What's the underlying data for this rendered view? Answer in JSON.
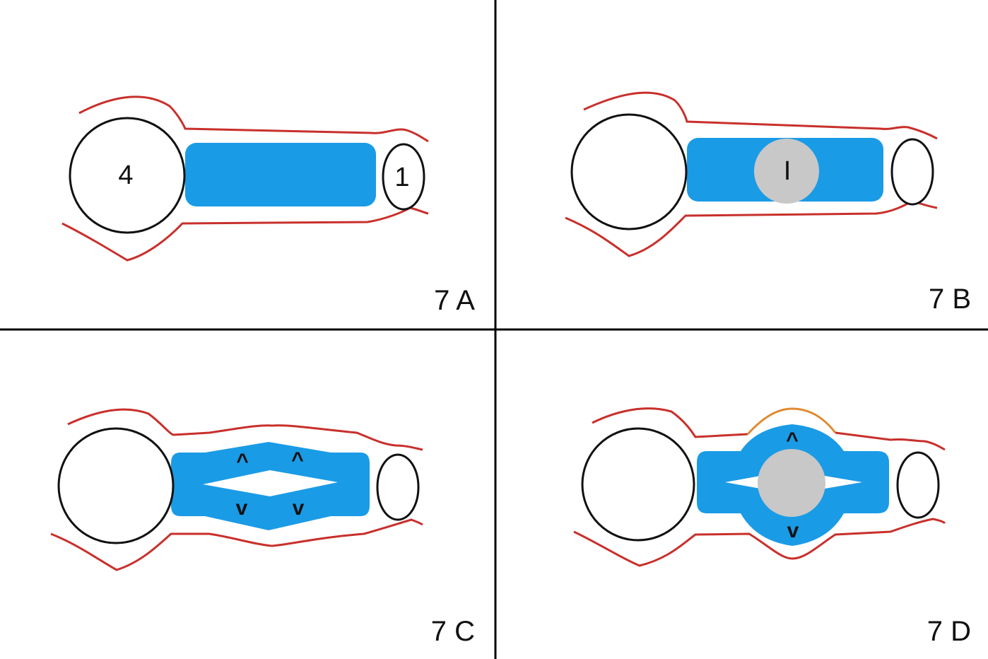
{
  "colors": {
    "background": "#ffffff",
    "divider": "#000000",
    "outline": "#c8302c",
    "outline_highlight": "#e08a30",
    "fill": "#1a9be6",
    "object": "#c8c8c8",
    "ring": "#111111"
  },
  "panels": [
    {
      "id": "7A",
      "label": "7 A",
      "large_circle_label": "4",
      "small_ellipse_label": "1",
      "central_object": false,
      "object_label": "",
      "arrow_glyphs": []
    },
    {
      "id": "7B",
      "label": "7 B",
      "large_circle_label": "",
      "small_ellipse_label": "",
      "central_object": true,
      "object_label": "I",
      "arrow_glyphs": []
    },
    {
      "id": "7C",
      "label": "7 C",
      "large_circle_label": "",
      "small_ellipse_label": "",
      "central_object": false,
      "object_label": "",
      "arrow_glyphs": [
        "^",
        "^",
        "v",
        "v"
      ]
    },
    {
      "id": "7D",
      "label": "7 D",
      "large_circle_label": "",
      "small_ellipse_label": "",
      "central_object": true,
      "object_label": "",
      "arrow_glyphs": [
        "^",
        "v"
      ]
    }
  ]
}
